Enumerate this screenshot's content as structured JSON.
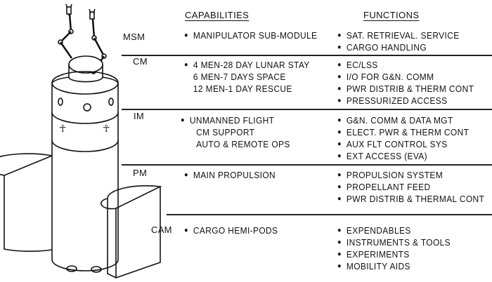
{
  "headers": {
    "capabilities": "CAPABILITIES",
    "functions": "FUNCTIONS"
  },
  "modules": [
    {
      "label": "MSM",
      "capabilities": [
        {
          "text": "MANIPULATOR SUB-MODULE",
          "bullet": true
        }
      ],
      "functions": [
        "SAT. RETRIEVAL. SERVICE",
        "CARGO HANDLING"
      ]
    },
    {
      "label": "CM",
      "capabilities": [
        {
          "text": "4 MEN-28 DAY LUNAR STAY",
          "bullet": true
        },
        {
          "text": "6 MEN-7 DAYS SPACE",
          "bullet": false
        },
        {
          "text": "12 MEN-1 DAY RESCUE",
          "bullet": false
        }
      ],
      "functions": [
        "EC/LSS",
        "I/O FOR G&N. COMM",
        "PWR DISTRIB & THERM CONT",
        "PRESSURIZED ACCESS"
      ]
    },
    {
      "label": "IM",
      "capabilities": [
        {
          "text": "UNMANNED FLIGHT",
          "bullet": true
        },
        {
          "text": "CM SUPPORT",
          "bullet": false
        },
        {
          "text": "AUTO & REMOTE OPS",
          "bullet": false
        }
      ],
      "functions": [
        "G&N. COMM & DATA MGT",
        "ELECT. PWR & THERM CONT",
        "AUX FLT CONTROL SYS",
        "EXT ACCESS (EVA)"
      ]
    },
    {
      "label": "PM",
      "capabilities": [
        {
          "text": "MAIN PROPULSION",
          "bullet": true
        }
      ],
      "functions": [
        "PROPULSION SYSTEM",
        "PROPELLANT FEED",
        "PWR DISTRIB & THERMAL CONT"
      ]
    },
    {
      "label": "CAM",
      "capabilities": [
        {
          "text": "CARGO HEMI-PODS",
          "bullet": true
        }
      ],
      "functions": [
        "EXPENDABLES",
        "INSTRUMENTS & TOOLS",
        "EXPERIMENTS",
        "MOBILITY AIDS"
      ]
    }
  ]
}
